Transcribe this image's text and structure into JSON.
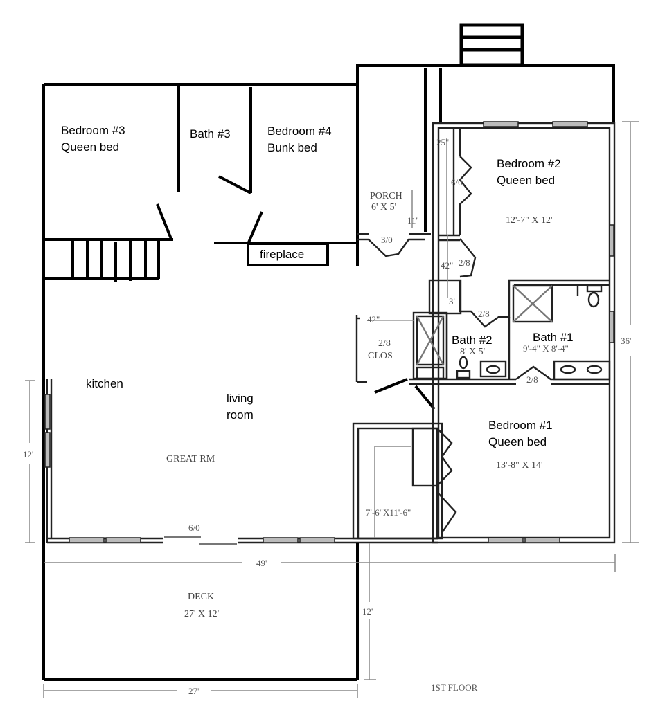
{
  "plan": {
    "title": "1ST FLOOR",
    "rooms": {
      "bedroom3": {
        "name": "Bedroom #3",
        "bed": "Queen bed"
      },
      "bath3": {
        "name": "Bath #3"
      },
      "bedroom4": {
        "name": "Bedroom #4",
        "bed": "Bunk bed"
      },
      "fireplace": {
        "name": "fireplace"
      },
      "porch": {
        "name": "PORCH",
        "size": "6' X 5'"
      },
      "bedroom2": {
        "name": "Bedroom #2",
        "bed": "Queen bed",
        "size": "12'-7\" X 12'"
      },
      "bath2": {
        "name": "Bath #2",
        "size": "8' X 5'"
      },
      "bath1": {
        "name": "Bath #1",
        "size": "9'-4\" X 8'-4\""
      },
      "closet": {
        "name": "CLOS",
        "door": "2/8"
      },
      "kitchen": {
        "name": "kitchen"
      },
      "living": {
        "line1": "living",
        "line2": "room"
      },
      "great": {
        "name": "GREAT RM"
      },
      "bedroom1": {
        "name": "Bedroom #1",
        "bed": "Queen bed",
        "size": "13'-8\" X 14'"
      },
      "walkin": {
        "size": "7'-6\"X11'-6\""
      },
      "deck": {
        "name": "DECK",
        "size": "27' X 12'"
      }
    },
    "dimensions": {
      "d25": "25\"",
      "d60": "6/0",
      "d11": "11'",
      "d30": "3/0",
      "d42a": "42\"",
      "d28a": "2/8",
      "d3": "3'",
      "d28b": "2/8",
      "d42b": "42\"",
      "d28c": "2/8",
      "d60b": "6/0",
      "total_width": "49'",
      "total_depth": "36'",
      "left_12": "12'",
      "deck_12": "12'",
      "deck_27": "27'"
    }
  }
}
